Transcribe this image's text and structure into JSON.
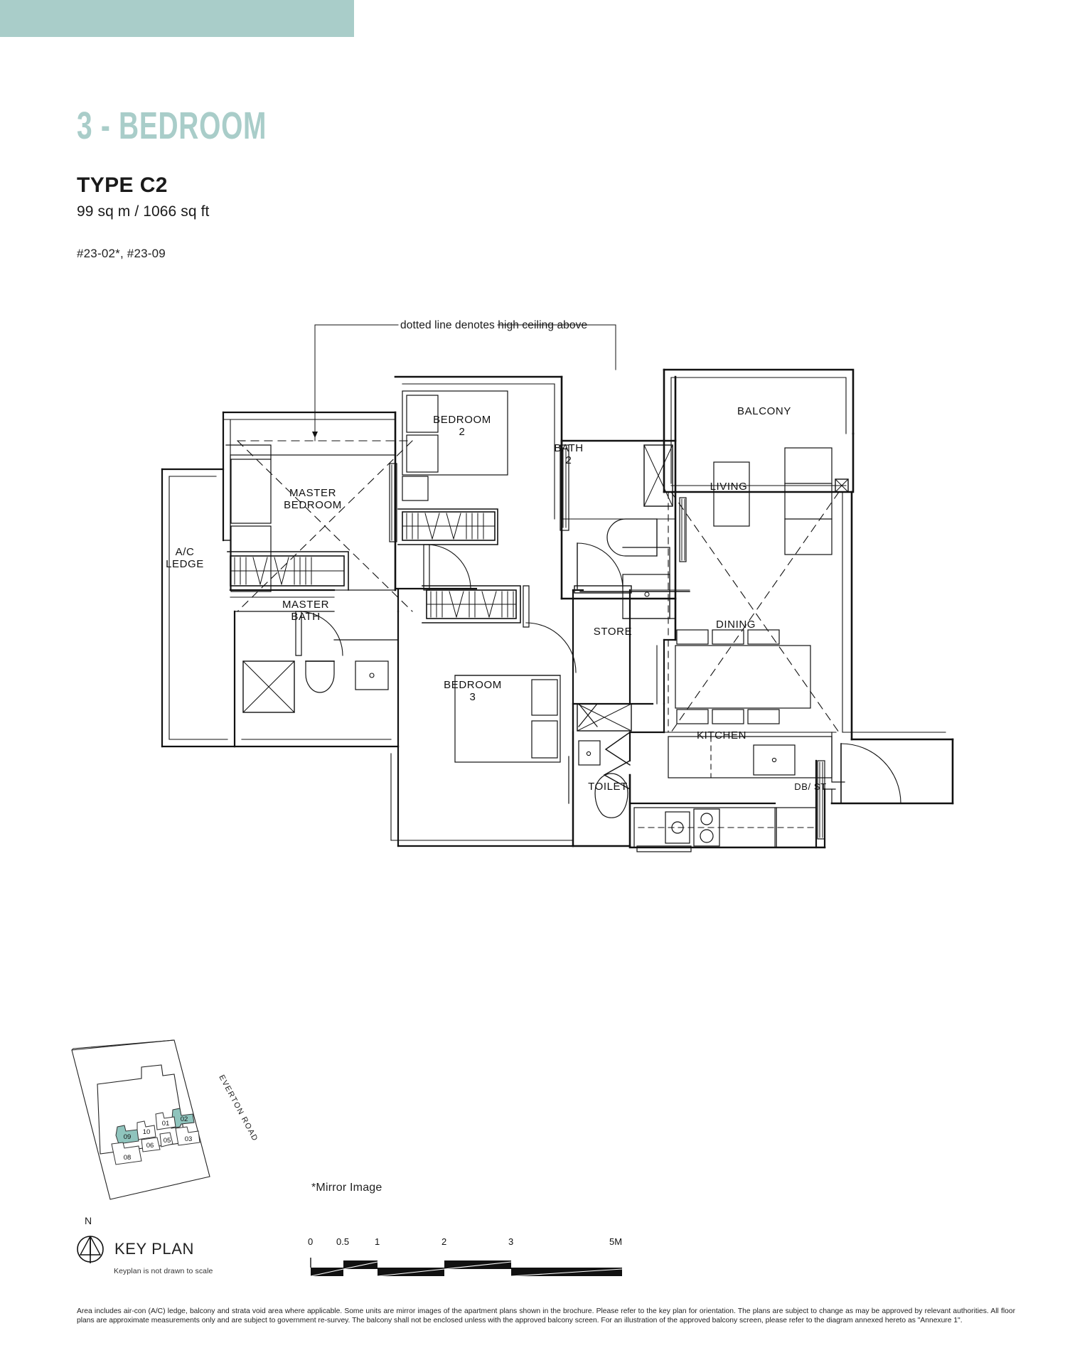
{
  "accent_color": "#a9cdc9",
  "header": {
    "category": "3 - BEDROOM",
    "type": "TYPE C2",
    "area": "99 sq m / 1066 sq ft",
    "units": "#23-02*, #23-09"
  },
  "plan": {
    "ceiling_note": "dotted line denotes high ceiling above",
    "rooms": [
      {
        "id": "balcony",
        "label": "BALCONY"
      },
      {
        "id": "bedroom-2",
        "label": "BEDROOM",
        "sub": "2"
      },
      {
        "id": "bath-2",
        "label": "BATH",
        "sub": "2"
      },
      {
        "id": "living",
        "label": "LIVING"
      },
      {
        "id": "master-bedroom",
        "label": "MASTER",
        "sub": "BEDROOM"
      },
      {
        "id": "ac-ledge",
        "label": "A/C",
        "sub": "LEDGE"
      },
      {
        "id": "master-bath",
        "label": "MASTER",
        "sub": "BATH"
      },
      {
        "id": "store",
        "label": "STORE"
      },
      {
        "id": "dining",
        "label": "DINING"
      },
      {
        "id": "bedroom-3",
        "label": "BEDROOM",
        "sub": "3"
      },
      {
        "id": "kitchen",
        "label": "KITCHEN"
      },
      {
        "id": "toilet",
        "label": "TOILET"
      },
      {
        "id": "db-st",
        "label": "DB/ ST"
      }
    ]
  },
  "keyplan": {
    "title": "KEY PLAN",
    "subtitle": "Keyplan is not drawn to scale",
    "north": "N",
    "road": "EVERTON ROAD",
    "highlight_color": "#8fc4bd",
    "units": [
      {
        "id": "01",
        "label": "01",
        "highlighted": false
      },
      {
        "id": "02",
        "label": "02",
        "highlighted": true
      },
      {
        "id": "03",
        "label": "03",
        "highlighted": false
      },
      {
        "id": "05",
        "label": "05",
        "highlighted": false
      },
      {
        "id": "06",
        "label": "06",
        "highlighted": false
      },
      {
        "id": "08",
        "label": "08",
        "highlighted": false
      },
      {
        "id": "09",
        "label": "09",
        "highlighted": true
      },
      {
        "id": "10",
        "label": "10",
        "highlighted": false
      }
    ]
  },
  "mirror_note": "*Mirror Image",
  "scale": {
    "ticks": [
      "0",
      "0.5",
      "1",
      "2",
      "3",
      "5M"
    ]
  },
  "footer": {
    "text": "Area includes air-con (A/C) ledge, balcony and strata void area where applicable. Some units are mirror images of the apartment plans shown in the brochure. Please refer to the key plan for orientation. The plans are subject to change as may be approved by relevant authorities. All floor plans are approximate measurements only and are subject to government re-survey. The balcony shall not be enclosed unless with the approved balcony screen. For an illustration of the approved balcony screen, please refer to the diagram annexed hereto as \"Annexure 1\"."
  }
}
